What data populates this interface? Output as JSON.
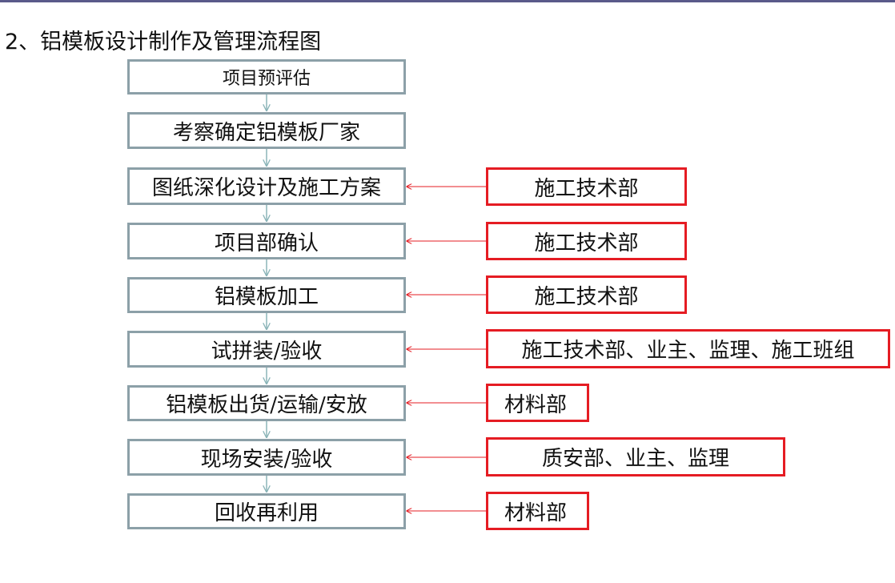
{
  "title": "2、铝模板设计制作及管理流程图",
  "steps": [
    "项目预评估",
    "考察确定铝模板厂家",
    "图纸深化设计及施工方案",
    "项目部确认",
    "铝模板加工",
    "试拼装/验收",
    "铝模板出货/运输/安放",
    "现场安装/验收",
    "回收再利用"
  ],
  "responsible": [
    "施工技术部",
    "施工技术部",
    "施工技术部",
    "施工技术部、业主、监理、施工班组",
    "材料部",
    "质安部、业主、监理",
    "材料部"
  ],
  "colors": {
    "step_border": "#8ca0a8",
    "dept_border": "#e51c23",
    "flow_arrow": "#8ab4b8",
    "dept_arrow": "#e51c23"
  }
}
